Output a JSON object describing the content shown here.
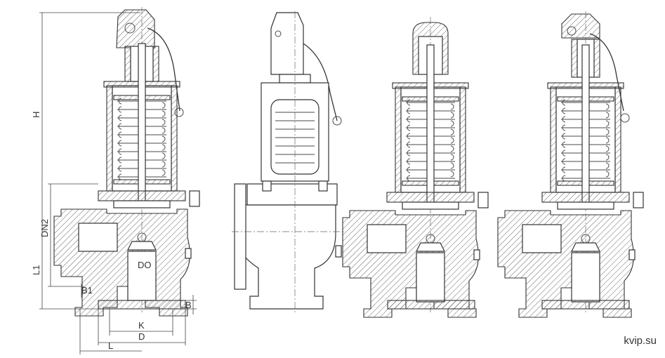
{
  "dimensions": {
    "H": "H",
    "DN2": "DN2",
    "L1": "L1",
    "B1": "B1",
    "B": "B",
    "K": "K",
    "D": "D",
    "L": "L",
    "DO": "DO"
  },
  "watermark": "kvip.su",
  "colors": {
    "line": "#333333",
    "background": "#ffffff"
  }
}
